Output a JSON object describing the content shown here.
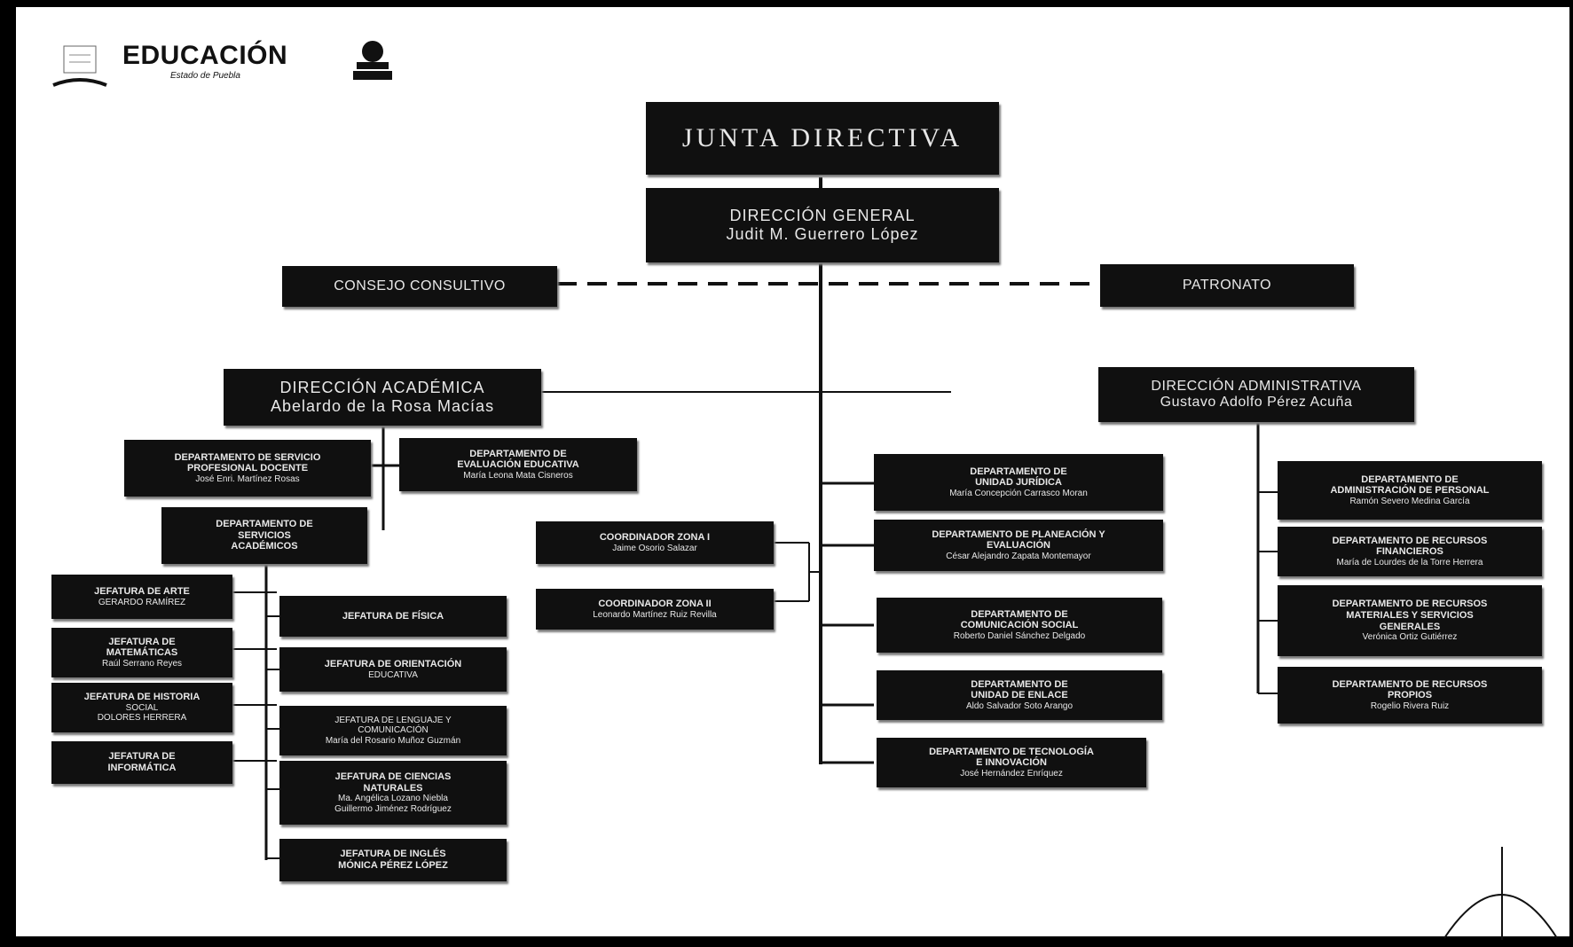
{
  "header": {
    "logo_title": "EDUCACIÓN",
    "logo_subtitle": "Estado de Puebla"
  },
  "chart": {
    "junta": "JUNTA DIRECTIVA",
    "direccion_general": {
      "title": "DIRECCIÓN GENERAL",
      "person": "Judit M. Guerrero López"
    },
    "consejo": "CONSEJO CONSULTIVO",
    "patronato": "PATRONATO",
    "academica": {
      "title": "DIRECCIÓN ACADÉMICA",
      "person": "Abelardo de la Rosa Macías"
    },
    "administrativa": {
      "title": "DIRECCIÓN ADMINISTRATIVA",
      "person": "Gustavo Adolfo Pérez Acuña"
    },
    "acad_depts": [
      {
        "l1": "DEPARTAMENTO DE SERVICIO",
        "l2": "PROFESIONAL DOCENTE",
        "l3": "José Enri. Martínez Rosas"
      },
      {
        "l1": "DEPARTAMENTO DE",
        "l2": "EVALUACIÓN EDUCATIVA",
        "l3": "María Leona Mata Cisneros"
      },
      {
        "l1": "DEPARTAMENTO DE",
        "l2": "SERVICIOS",
        "l3": "ACADÉMICOS"
      }
    ],
    "jefaturas_left": [
      {
        "l1": "JEFATURA DE ARTE",
        "l2": "GERARDO RAMÍREZ",
        "l3": ""
      },
      {
        "l1": "JEFATURA DE",
        "l2": "MATEMÁTICAS",
        "l3": "Raúl Serrano Reyes"
      },
      {
        "l1": "JEFATURA DE HISTORIA",
        "l2": "SOCIAL",
        "l3": "DOLORES HERRERA"
      },
      {
        "l1": "JEFATURA DE",
        "l2": "INFORMÁTICA",
        "l3": ""
      }
    ],
    "jefaturas_right": [
      {
        "l1": "JEFATURA DE FÍSICA",
        "l2": "",
        "l3": ""
      },
      {
        "l1": "JEFATURA DE ORIENTACIÓN",
        "l2": "EDUCATIVA",
        "l3": ""
      },
      {
        "l1": "JEFATURA DE LENGUAJE Y",
        "l2": "COMUNICACIÓN",
        "l3": "María del Rosario Muñoz Guzmán"
      },
      {
        "l1": "JEFATURA DE CIENCIAS",
        "l2": "NATURALES",
        "l3": "Ma. Angélica Lozano Niebla",
        "l4": "Guillermo Jiménez Rodríguez"
      },
      {
        "l1": "JEFATURA DE INGLÉS",
        "l2": "MÓNICA PÉREZ LÓPEZ",
        "l3": ""
      }
    ],
    "coordinaciones": [
      {
        "l1": "COORDINADOR ZONA I",
        "l2": "Jaime Osorio Salazar"
      },
      {
        "l1": "COORDINADOR ZONA II",
        "l2": "Leonardo Martínez Ruiz Revilla"
      }
    ],
    "dg_depts": [
      {
        "l1": "DEPARTAMENTO DE",
        "l2": "UNIDAD JURÍDICA",
        "l3": "María Concepción Carrasco Moran"
      },
      {
        "l1": "DEPARTAMENTO DE PLANEACIÓN Y",
        "l2": "EVALUACIÓN",
        "l3": "César Alejandro Zapata Montemayor"
      },
      {
        "l1": "DEPARTAMENTO DE",
        "l2": "COMUNICACIÓN SOCIAL",
        "l3": "Roberto Daniel Sánchez Delgado"
      },
      {
        "l1": "DEPARTAMENTO DE",
        "l2": "UNIDAD DE ENLACE",
        "l3": "Aldo Salvador Soto Arango"
      },
      {
        "l1": "DEPARTAMENTO DE TECNOLOGÍA",
        "l2": "E INNOVACIÓN",
        "l3": "José Hernández Enríquez"
      }
    ],
    "admin_depts": [
      {
        "l1": "DEPARTAMENTO DE",
        "l2": "ADMINISTRACIÓN DE PERSONAL",
        "l3": "Ramón Severo Medina García"
      },
      {
        "l1": "DEPARTAMENTO DE RECURSOS",
        "l2": "FINANCIEROS",
        "l3": "María de Lourdes de la Torre Herrera"
      },
      {
        "l1": "DEPARTAMENTO DE RECURSOS",
        "l2": "MATERIALES Y SERVICIOS",
        "l3": "GENERALES",
        "l4": "Verónica Ortiz Gutiérrez"
      },
      {
        "l1": "DEPARTAMENTO DE RECURSOS",
        "l2": "PROPIOS",
        "l3": "Rogelio Rivera Ruiz"
      }
    ]
  }
}
